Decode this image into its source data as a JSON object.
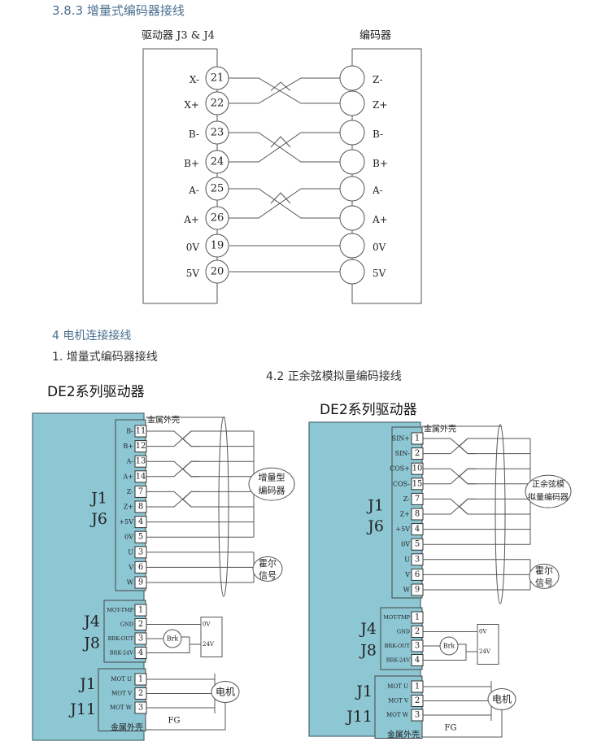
{
  "section_383": {
    "title": "3.8.3  增量式编码器接线",
    "driver_label": "驱动器  J3   &   J4",
    "encoder_label": "编码器",
    "left_pins": [
      {
        "label": "X-",
        "num": "21"
      },
      {
        "label": "X+",
        "num": "22"
      },
      {
        "label": "B-",
        "num": "23"
      },
      {
        "label": "B+",
        "num": "24"
      },
      {
        "label": "A-",
        "num": "25"
      },
      {
        "label": "A+",
        "num": "26"
      },
      {
        "label": "0V",
        "num": "19"
      },
      {
        "label": "5V",
        "num": "20"
      }
    ],
    "right_pins": [
      "Z-",
      "Z+",
      "B-",
      "B+",
      "A-",
      "A+",
      "0V",
      "5V"
    ]
  },
  "section_4": {
    "title": "4 电机连接接线",
    "item1": "1.     增量式编码器接线",
    "item42": "4.2  正余弦模拟量编码接线"
  },
  "diagrams": [
    {
      "title": "DE2系列驱动器",
      "shell_top": "金属外壳",
      "j1j6": [
        "J1",
        "J6"
      ],
      "signal_pins": [
        {
          "label": "B-",
          "num": "11"
        },
        {
          "label": "B+",
          "num": "12"
        },
        {
          "label": "A-",
          "num": "13"
        },
        {
          "label": "A+",
          "num": "14"
        },
        {
          "label": "Z-",
          "num": "7"
        },
        {
          "label": "Z+",
          "num": "8"
        },
        {
          "label": "+5V",
          "num": "4"
        },
        {
          "label": "0V",
          "num": "5"
        },
        {
          "label": "U",
          "num": "3"
        },
        {
          "label": "V",
          "num": "6"
        },
        {
          "label": "W",
          "num": "9"
        }
      ],
      "encoder_name": [
        "增量型",
        "编码器"
      ],
      "hall_name": [
        "霍尔",
        "信号"
      ],
      "j4j8": [
        "J4",
        "J8"
      ],
      "brake_pins": [
        {
          "label": "MOT-TMP",
          "num": "1"
        },
        {
          "label": "GND",
          "num": "2"
        },
        {
          "label": "BRK-OUT",
          "num": "3"
        },
        {
          "label": "BRK-24V",
          "num": "4"
        }
      ],
      "brk": "Brk",
      "ps_0v": "0V",
      "ps_24v": "24V",
      "j1j11": [
        "J1",
        "J11"
      ],
      "motor_pins": [
        {
          "label": "MOT U",
          "num": "1"
        },
        {
          "label": "MOT V",
          "num": "2"
        },
        {
          "label": "MOT W",
          "num": "3"
        }
      ],
      "motor": "电机",
      "shell_bottom": "金属外壳",
      "fg": "FG"
    },
    {
      "title": "DE2系列驱动器",
      "shell_top": "金属外壳",
      "j1j6": [
        "J1",
        "J6"
      ],
      "signal_pins": [
        {
          "label": "SIN+",
          "num": "1"
        },
        {
          "label": "SIN-",
          "num": "2"
        },
        {
          "label": "COS+",
          "num": "10"
        },
        {
          "label": "COS-",
          "num": "15"
        },
        {
          "label": "Z-",
          "num": "7"
        },
        {
          "label": "Z+",
          "num": "8"
        },
        {
          "label": "+5V",
          "num": "4"
        },
        {
          "label": "0V",
          "num": "5"
        },
        {
          "label": "U",
          "num": "3"
        },
        {
          "label": "V",
          "num": "6"
        },
        {
          "label": "W",
          "num": "9"
        }
      ],
      "encoder_name": [
        "正余弦模",
        "拟量编码器"
      ],
      "hall_name": [
        "霍尔",
        "信号"
      ],
      "j4j8": [
        "J4",
        "J8"
      ],
      "brake_pins": [
        {
          "label": "MOT-TMP",
          "num": "1"
        },
        {
          "label": "GND",
          "num": "2"
        },
        {
          "label": "BRK-OUT",
          "num": "3"
        },
        {
          "label": "BRK-24V",
          "num": "4"
        }
      ],
      "brk": "Brk",
      "ps_0v": "0V",
      "ps_24v": "24V",
      "j1j11": [
        "J1",
        "J11"
      ],
      "motor_pins": [
        {
          "label": "MOT U",
          "num": "1"
        },
        {
          "label": "MOT V",
          "num": "2"
        },
        {
          "label": "MOT W",
          "num": "3"
        }
      ],
      "motor": "电机",
      "shell_bottom": "金属外壳",
      "fg": "FG"
    }
  ],
  "colors": {
    "driver_fill": "#8ec7d4",
    "line": "#555555",
    "heading": "#4a6f8f"
  }
}
